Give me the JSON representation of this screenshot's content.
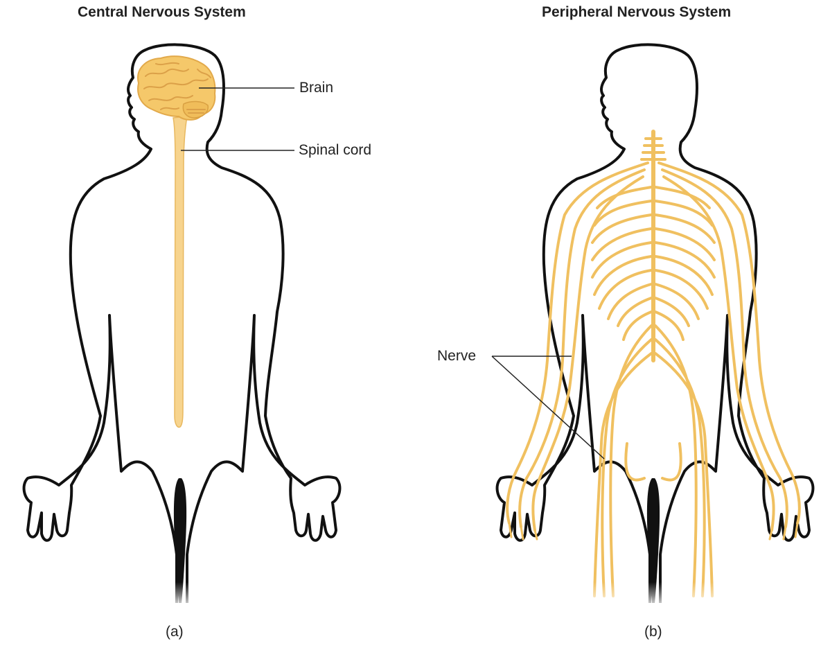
{
  "panels": [
    {
      "title": "Central Nervous System",
      "caption": "(a)"
    },
    {
      "title": "Peripheral Nervous System",
      "caption": "(b)"
    }
  ],
  "labels": {
    "brain": "Brain",
    "spinal_cord": "Spinal cord",
    "nerve": "Nerve"
  },
  "colors": {
    "outline": "#111111",
    "nerve_tissue": "#f0c060",
    "brain_fill": "#f5c86a",
    "spinal_cord_fill": "#f7d48e",
    "leader_line": "#222222"
  }
}
